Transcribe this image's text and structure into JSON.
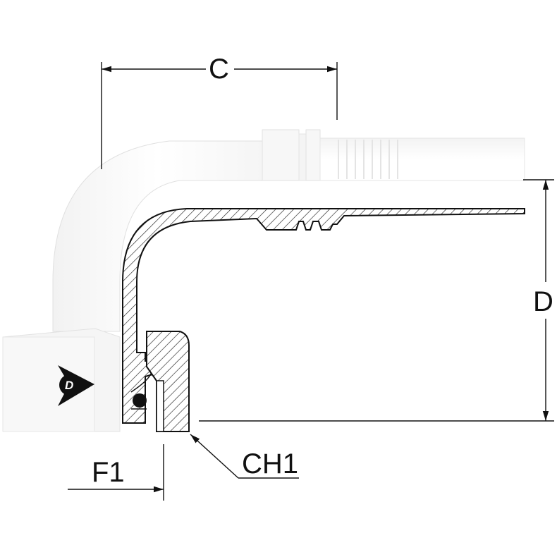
{
  "dimensions": {
    "c": "C",
    "d": "D",
    "f1": "F1",
    "ch1": "CH1"
  },
  "logo": {
    "icon": "dunlop-logo-icon",
    "letter": "D"
  },
  "colors": {
    "line": "#111111",
    "body": "#ffffff",
    "hatch": "#222222",
    "shadow": "#e6e6e6"
  }
}
